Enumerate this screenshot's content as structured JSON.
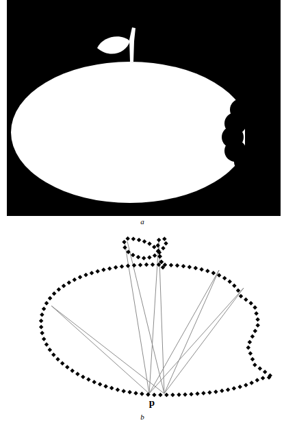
{
  "diagram": {
    "labels": [
      "a",
      "p",
      "b"
    ]
  }
}
